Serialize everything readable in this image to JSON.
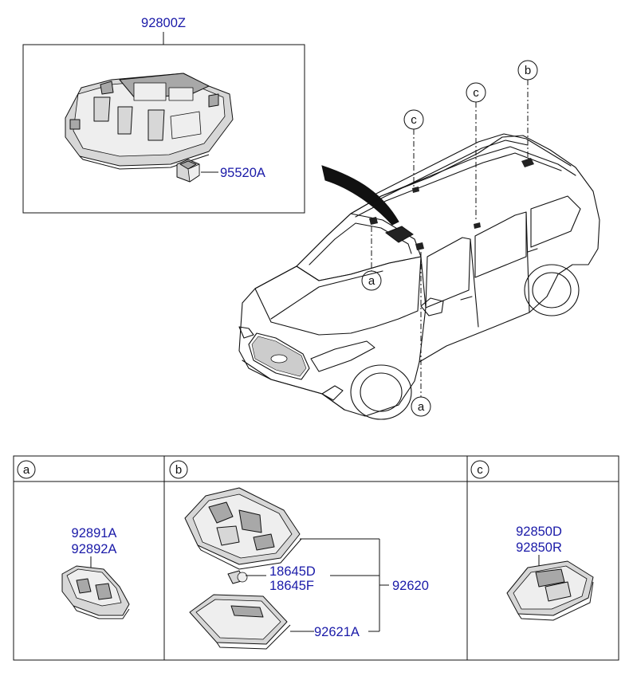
{
  "parts": {
    "overhead_console": "92800Z",
    "switch": "95520A",
    "lamp_a_1": "92891A",
    "lamp_a_2": "92892A",
    "bulb_1": "18645D",
    "bulb_2": "18645F",
    "room_lamp": "92620",
    "lens": "92621A",
    "lamp_c_1": "92850D",
    "lamp_c_2": "92850R"
  },
  "callouts": {
    "a": "a",
    "b": "b",
    "c": "c"
  },
  "table": {
    "headers": [
      "a",
      "b",
      "c"
    ]
  }
}
